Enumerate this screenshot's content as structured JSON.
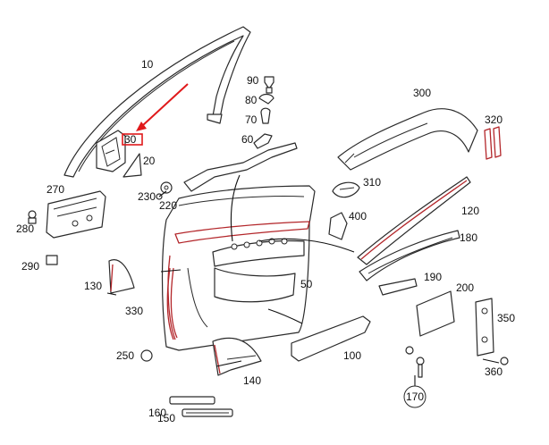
{
  "callouts": {
    "c10": "10",
    "c20": "20",
    "c30": "30",
    "c50": "50",
    "c60": "60",
    "c70": "70",
    "c80": "80",
    "c90": "90",
    "c100": "100",
    "c120": "120",
    "c130": "130",
    "c140": "140",
    "c150": "150",
    "c160": "160",
    "c170": "170",
    "c180": "180",
    "c190": "190",
    "c200": "200",
    "c220": "220",
    "c230": "230",
    "c250": "250",
    "c270": "270",
    "c280": "280",
    "c290": "290",
    "c300": "300",
    "c310": "310",
    "c320": "320",
    "c330": "330",
    "c350": "350",
    "c360": "360",
    "c400": "400"
  },
  "highlight": {
    "part": "30",
    "color": "#e0191b"
  },
  "colors": {
    "line": "#2a2a2a",
    "trim_accent": "#b3262a"
  }
}
